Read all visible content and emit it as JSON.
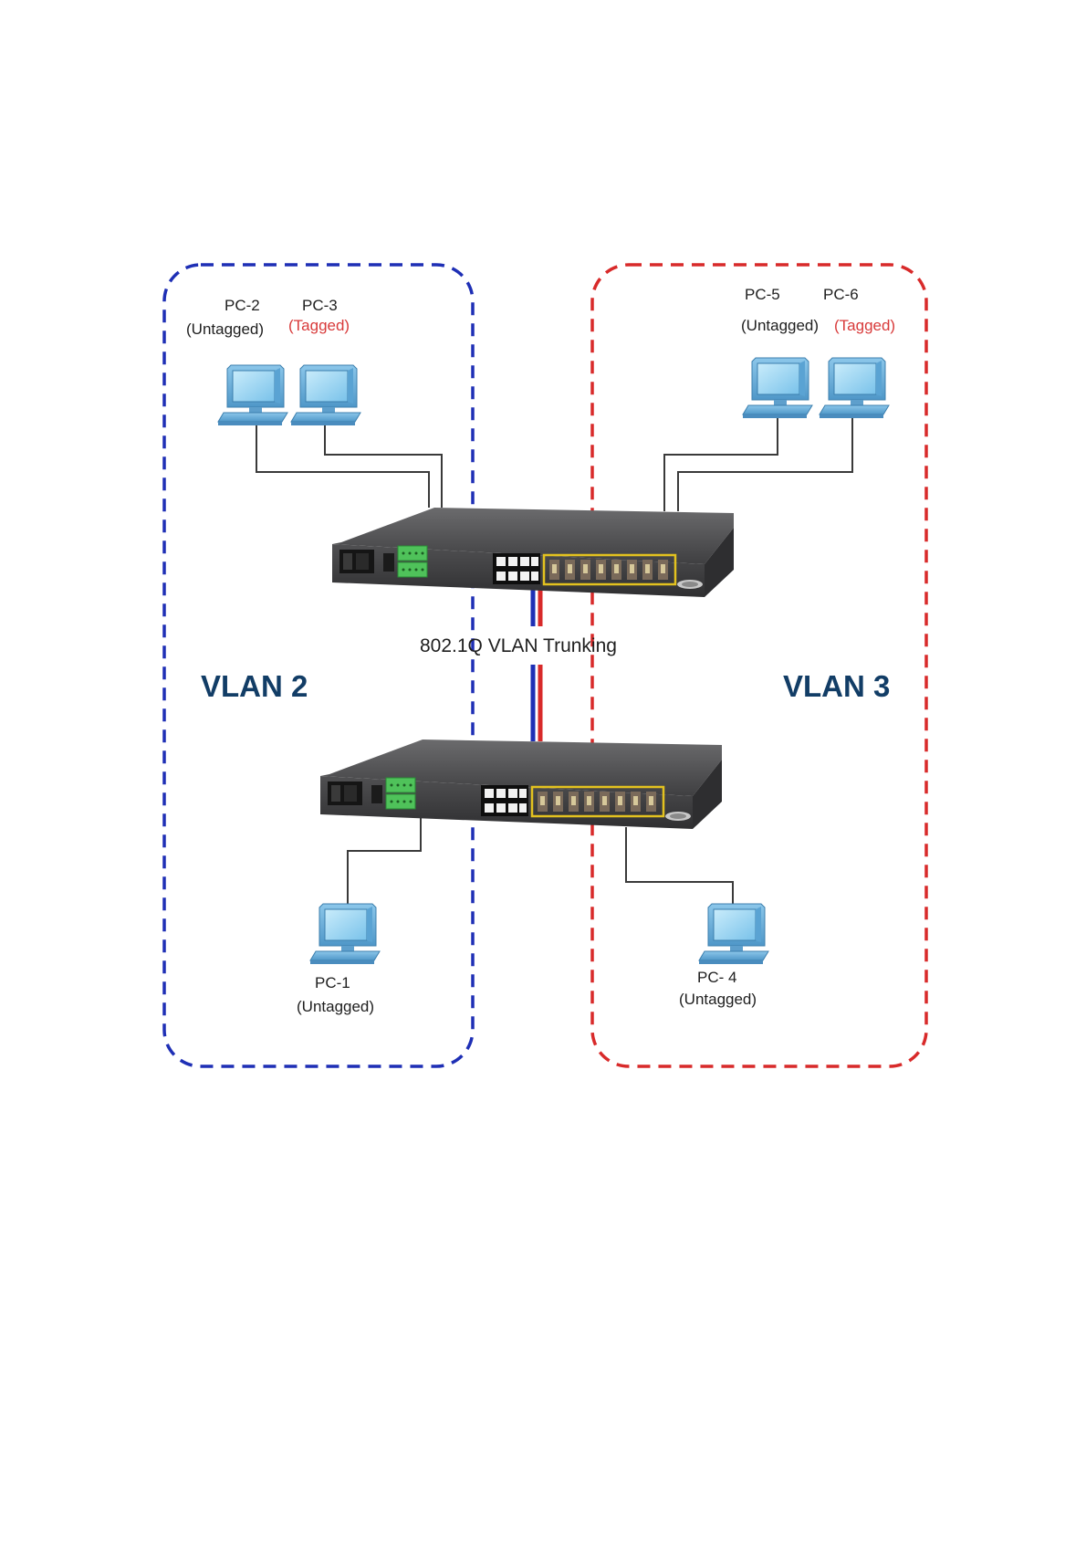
{
  "colors": {
    "vlan2": "#1e2fb5",
    "vlan3": "#d82a2a",
    "tagged_text": "#d83a3a",
    "vlan_title": "#123d66",
    "switch_body": "#4a4a4c",
    "pc_screen": "#8fd0f0",
    "pc_body": "#6aaed6",
    "wire": "#3a3a3a"
  },
  "vlan_groups": [
    {
      "title": "VLAN 2",
      "border_color": "#1e2fb5"
    },
    {
      "title": "VLAN 3",
      "border_color": "#d82a2a"
    }
  ],
  "trunk": {
    "label": "802.1Q VLAN Trunking"
  },
  "devices": {
    "switch_top": {
      "icon": "network-switch-icon"
    },
    "switch_bottom": {
      "icon": "network-switch-icon"
    },
    "pcs": [
      {
        "name": "PC-2",
        "mode": "(Untagged)",
        "icon": "computer-icon"
      },
      {
        "name": "PC-3",
        "mode": "(Tagged)",
        "icon": "computer-icon"
      },
      {
        "name": "PC-5",
        "mode": "(Untagged)",
        "icon": "computer-icon"
      },
      {
        "name": "PC-6",
        "mode": "(Tagged)",
        "icon": "computer-icon"
      },
      {
        "name": "PC-1",
        "mode": "(Untagged)",
        "icon": "computer-icon"
      },
      {
        "name": "PC- 4",
        "mode": "(Untagged)",
        "icon": "computer-icon"
      }
    ]
  }
}
